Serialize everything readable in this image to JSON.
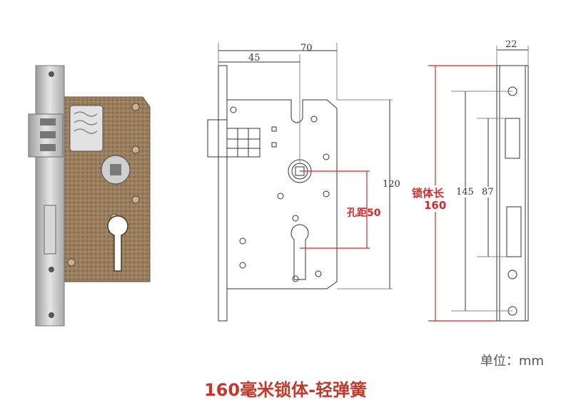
{
  "front_view": {
    "dim_45": "45",
    "dim_70": "70",
    "dim_120": "120",
    "hole_distance_label": "孔距50"
  },
  "side_view": {
    "dim_22": "22",
    "dim_145": "145",
    "dim_87": "87",
    "body_length_label": "锁体长",
    "body_length_value": "160"
  },
  "unit_label": "单位：mm",
  "caption": "160毫米锁体-轻弹簧",
  "colors": {
    "accent_red": "#d42a2a",
    "lock_body_bronze": "#9a8060",
    "steel_plate": "#c9c9c9"
  },
  "icons": [
    "lock-body-photo",
    "front-view-drawing",
    "side-view-drawing"
  ]
}
